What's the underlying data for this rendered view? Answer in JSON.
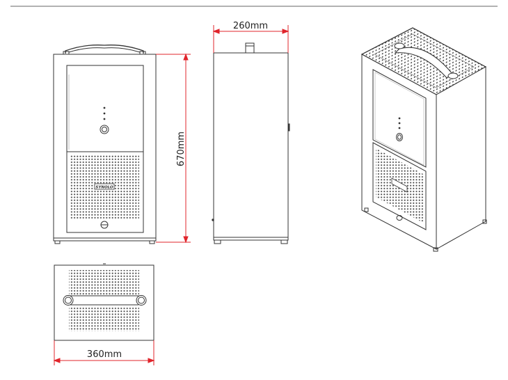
{
  "dimensions": {
    "width": "360mm",
    "depth": "260mm",
    "height": "670mm"
  },
  "colors": {
    "line": "#333333",
    "dimension": "#e0242b",
    "rule": "#555555",
    "perforation": "#444444"
  },
  "brand_logo_text": "SYNOLO"
}
